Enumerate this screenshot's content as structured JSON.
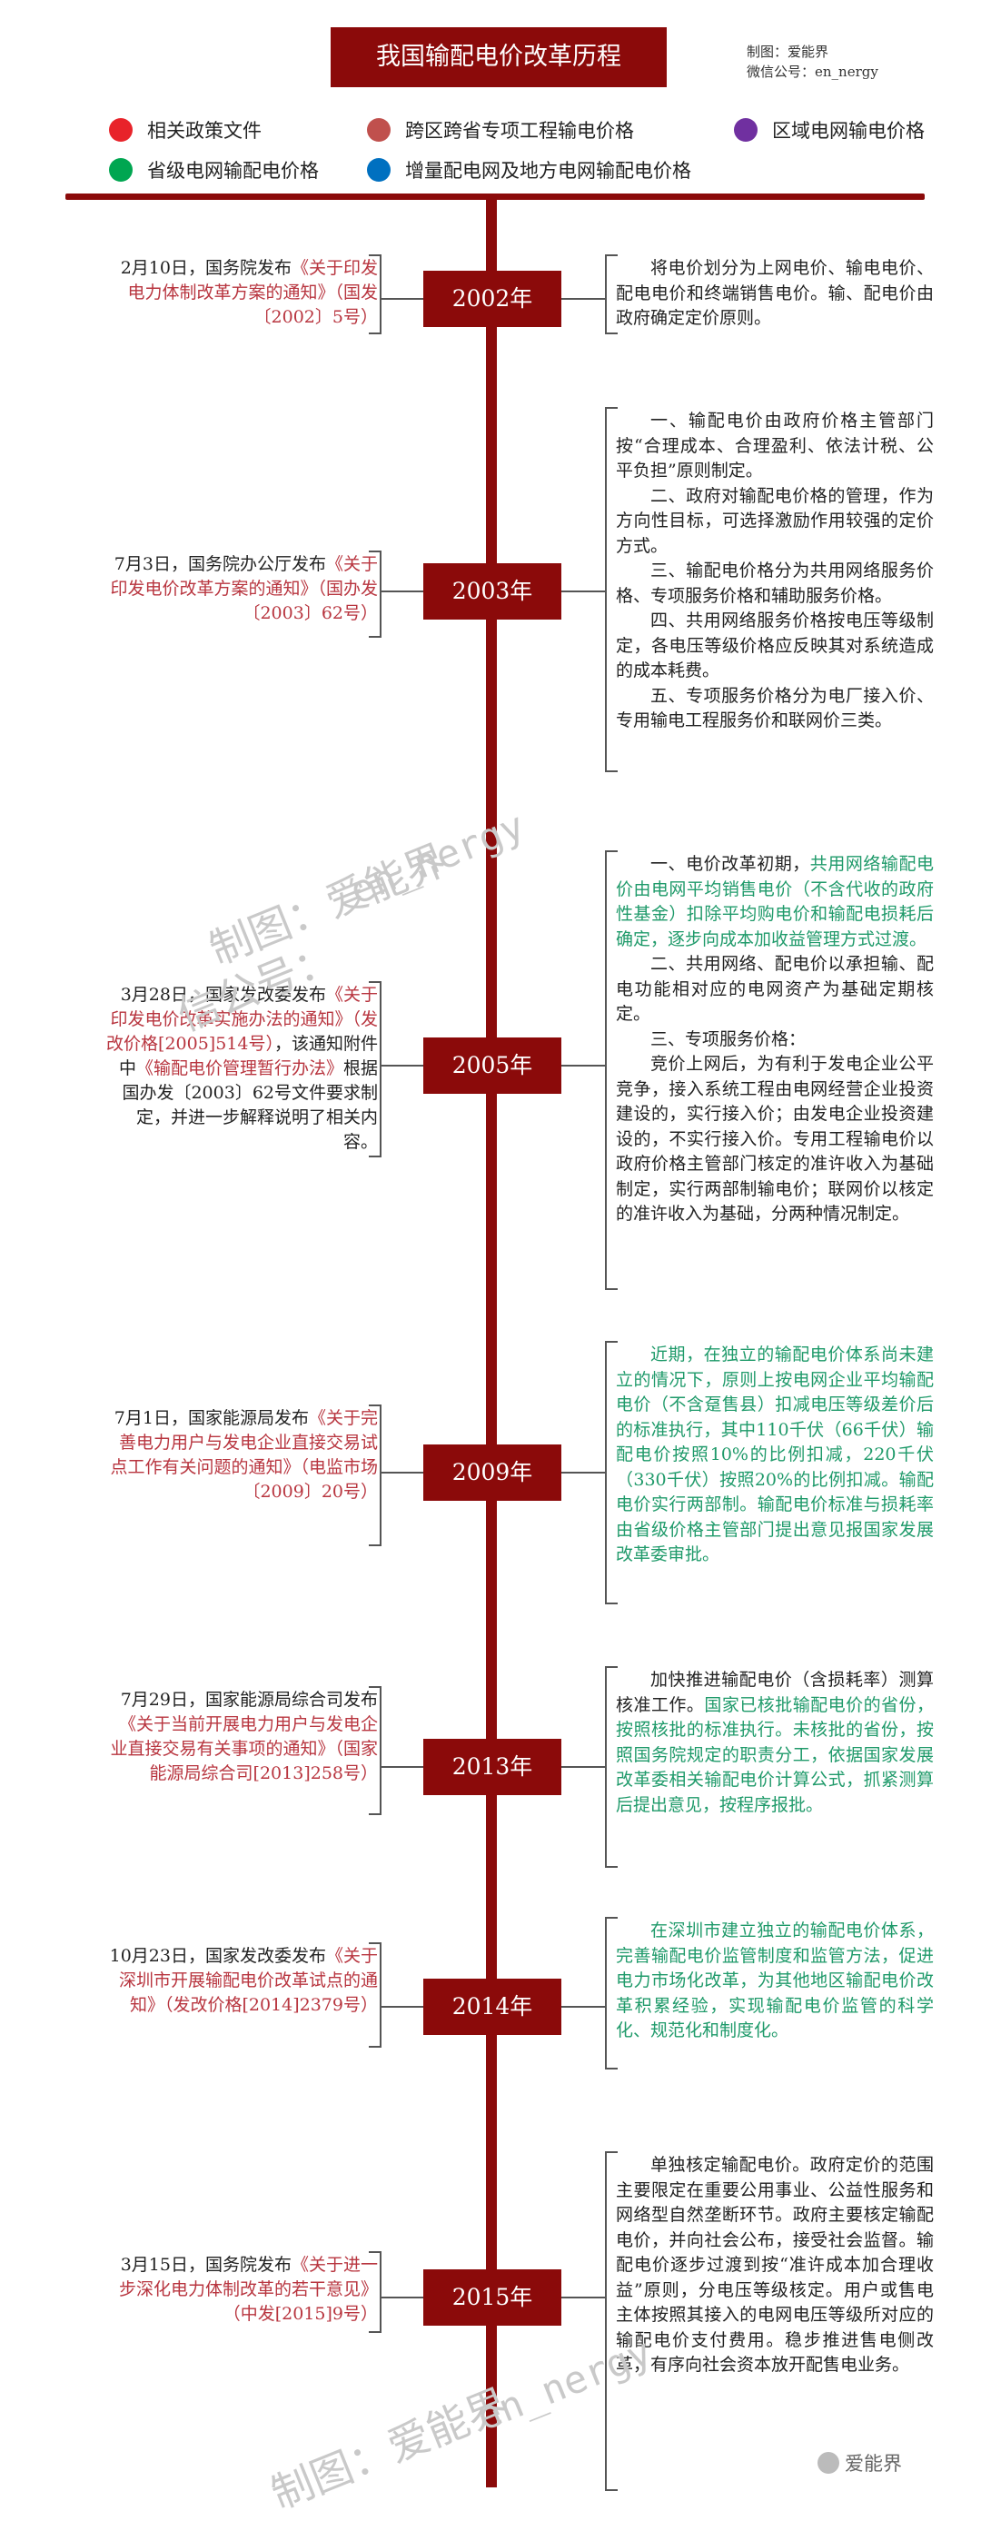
{
  "header": {
    "title": "我国输配电价改革历程",
    "credit_line1": "制图：爱能界",
    "credit_line2": "微信公号：en_nergy"
  },
  "legend": [
    {
      "label": "相关政策文件",
      "color": "#e8232a"
    },
    {
      "label": "跨区跨省专项工程输电价格",
      "color": "#c0504d"
    },
    {
      "label": "区域电网输电价格",
      "color": "#7030a0"
    },
    {
      "label": "省级电网输配电价格",
      "color": "#00a651"
    },
    {
      "label": "增量配电网及地方电网输配电价格",
      "color": "#0070c0"
    }
  ],
  "timeline": [
    {
      "year": "2002年",
      "left": {
        "pre": "2月10日，国务院发布",
        "red": "《关于印发电力体制改革方案的通知》（国发〔2002〕5号）",
        "post": ""
      },
      "right": [
        {
          "text": "将电价划分为上网电价、输电电价、配电电价和终端销售电价。输、配电价由政府确定定价原则。",
          "color": "normal"
        }
      ]
    },
    {
      "year": "2003年",
      "left": {
        "pre": "7月3日，国务院办公厅发布",
        "red": "《关于印发电价改革方案的通知》（国办发〔2003〕62号）",
        "post": ""
      },
      "right": [
        {
          "text": "一、输配电价由政府价格主管部门按“合理成本、合理盈利、依法计税、公平负担”原则制定。",
          "color": "normal"
        },
        {
          "text": "二、政府对输配电价格的管理，作为方向性目标，可选择激励作用较强的定价方式。",
          "color": "normal"
        },
        {
          "text": "三、输配电价格分为共用网络服务价格、专项服务价格和辅助服务价格。",
          "color": "normal"
        },
        {
          "text": "四、共用网络服务价格按电压等级制定，各电压等级价格应反映其对系统造成的成本耗费。",
          "color": "normal"
        },
        {
          "text": "五、专项服务价格分为电厂接入价、专用输电工程服务价和联网价三类。",
          "color": "normal"
        }
      ]
    },
    {
      "year": "2005年",
      "left": {
        "pre": "3月28日，国家发改委发布",
        "red": "《关于印发电价改革实施办法的通知》（发改价格[2005]514号）",
        "mid": "，该通知附件中",
        "red2": "《输配电价管理暂行办法》",
        "post": "根据国办发〔2003〕62号文件要求制定，并进一步解释说明了相关内容。"
      },
      "right": [
        {
          "text": "一、电价改革初期，",
          "color": "normal",
          "cont": [
            {
              "text": "共用网络输配电价由电网平均销售电价（不含代收的政府性基金）扣除平均购电价和输配电损耗后确定，逐步向成本加收益管理方式过渡。",
              "color": "green"
            }
          ]
        },
        {
          "text": "二、共用网络、配电价以承担输、配电功能相对应的电网资产为基础定期核定。",
          "color": "normal"
        },
        {
          "text": "三、专项服务价格：",
          "color": "normal"
        },
        {
          "text": "竞价上网后，为有利于发电企业公平竞争，接入系统工程由电网经营企业投资建设的，实行接入价；由发电企业投资建设的，不实行接入价。专用工程输电价以政府价格主管部门核定的准许收入为基础制定，实行两部制输电价；联网价以核定的准许收入为基础，分两种情况制定。",
          "color": "normal"
        }
      ]
    },
    {
      "year": "2009年",
      "left": {
        "pre": "7月1日，国家能源局发布",
        "red": "《关于完善电力用户与发电企业直接交易试点工作有关问题的通知》（电监市场〔2009〕20号）",
        "post": ""
      },
      "right": [
        {
          "text": "近期，在独立的输配电价体系尚未建立的情况下，原则上按电网企业平均输配电价（不含趸售县）扣减电压等级差价后的标准执行，其中110千伏（66千伏）输配电价按照10%的比例扣减，220千伏（330千伏）按照20%的比例扣减。输配电价实行两部制。输配电价标准与损耗率由省级价格主管部门提出意见报国家发展改革委审批。",
          "color": "green"
        }
      ]
    },
    {
      "year": "2013年",
      "left": {
        "pre": "7月29日，国家能源局综合司发布",
        "red": "《关于当前开展电力用户与发电企业直接交易有关事项的通知》（国家能源局综合司[2013]258号）",
        "post": ""
      },
      "right": [
        {
          "text": "加快推进输配电价（含损耗率）测算核准工作。",
          "color": "normal",
          "cont": [
            {
              "text": "国家已核批输配电价的省份，按照核批的标准执行。未核批的省份，按照国务院规定的职责分工，依据国家发展改革委相关输配电价计算公式，抓紧测算后提出意见，按程序报批。",
              "color": "green"
            }
          ]
        }
      ]
    },
    {
      "year": "2014年",
      "left": {
        "pre": "10月23日，国家发改委发布",
        "red": "《关于深圳市开展输配电价改革试点的通知》（发改价格[2014]2379号）",
        "post": ""
      },
      "right": [
        {
          "text": "在深圳市建立独立的输配电价体系，完善输配电价监管制度和监管方法，促进电力市场化改革，为其他地区输配电价改革积累经验，实现输配电价监管的科学化、规范化和制度化。",
          "color": "green"
        }
      ]
    },
    {
      "year": "2015年",
      "left": {
        "pre": "3月15日，国务院发布",
        "red": "《关于进一步深化电力体制改革的若干意见》（中发[2015]9号）",
        "post": ""
      },
      "right": [
        {
          "text": "单独核定输配电价。政府定价的范围主要限定在重要公用事业、公益性服务和网络型自然垄断环节。政府主要核定输配电价，并向社会公布，接受社会监督。输配电价逐步过渡到按“准许成本加合理收益”原则，分电压等级核定。用户或售电主体按照其接入的电网电压等级所对应的输配电价支付费用。稳步推进售电侧改革，有序向社会资本放开配售电业务。",
          "color": "normal"
        }
      ]
    }
  ],
  "watermark": {
    "a": "制图：爱能界",
    "b": "en_nergy",
    "c": "信公号："
  },
  "footer": {
    "wechat": "爱能界"
  }
}
